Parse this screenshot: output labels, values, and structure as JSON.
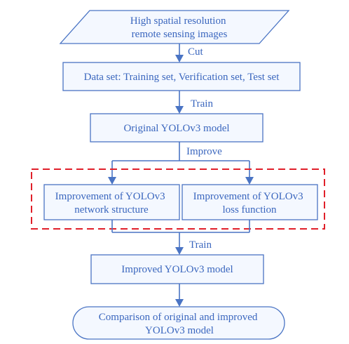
{
  "nodes": {
    "input": {
      "lines": [
        "High spatial resolution",
        "remote sensing images"
      ]
    },
    "dataset": {
      "lines": [
        "Data set: Training set, Verification set, Test set"
      ]
    },
    "original_model": {
      "lines": [
        "Original YOLOv3 model"
      ]
    },
    "improve_network": {
      "lines": [
        "Improvement of YOLOv3",
        "network structure"
      ]
    },
    "improve_loss": {
      "lines": [
        "Improvement of YOLOv3",
        "loss function"
      ]
    },
    "improved_model": {
      "lines": [
        "Improved YOLOv3 model"
      ]
    },
    "comparison": {
      "lines": [
        "Comparison of original and improved",
        "YOLOv3 model"
      ]
    }
  },
  "edges": {
    "cut": "Cut",
    "train1": "Train",
    "improve": "Improve",
    "train2": "Train"
  },
  "colors": {
    "node_stroke": "#4a74c4",
    "node_fill": "#f4f8ff",
    "text": "#3a66be",
    "highlight_dash": "#e0202a"
  }
}
